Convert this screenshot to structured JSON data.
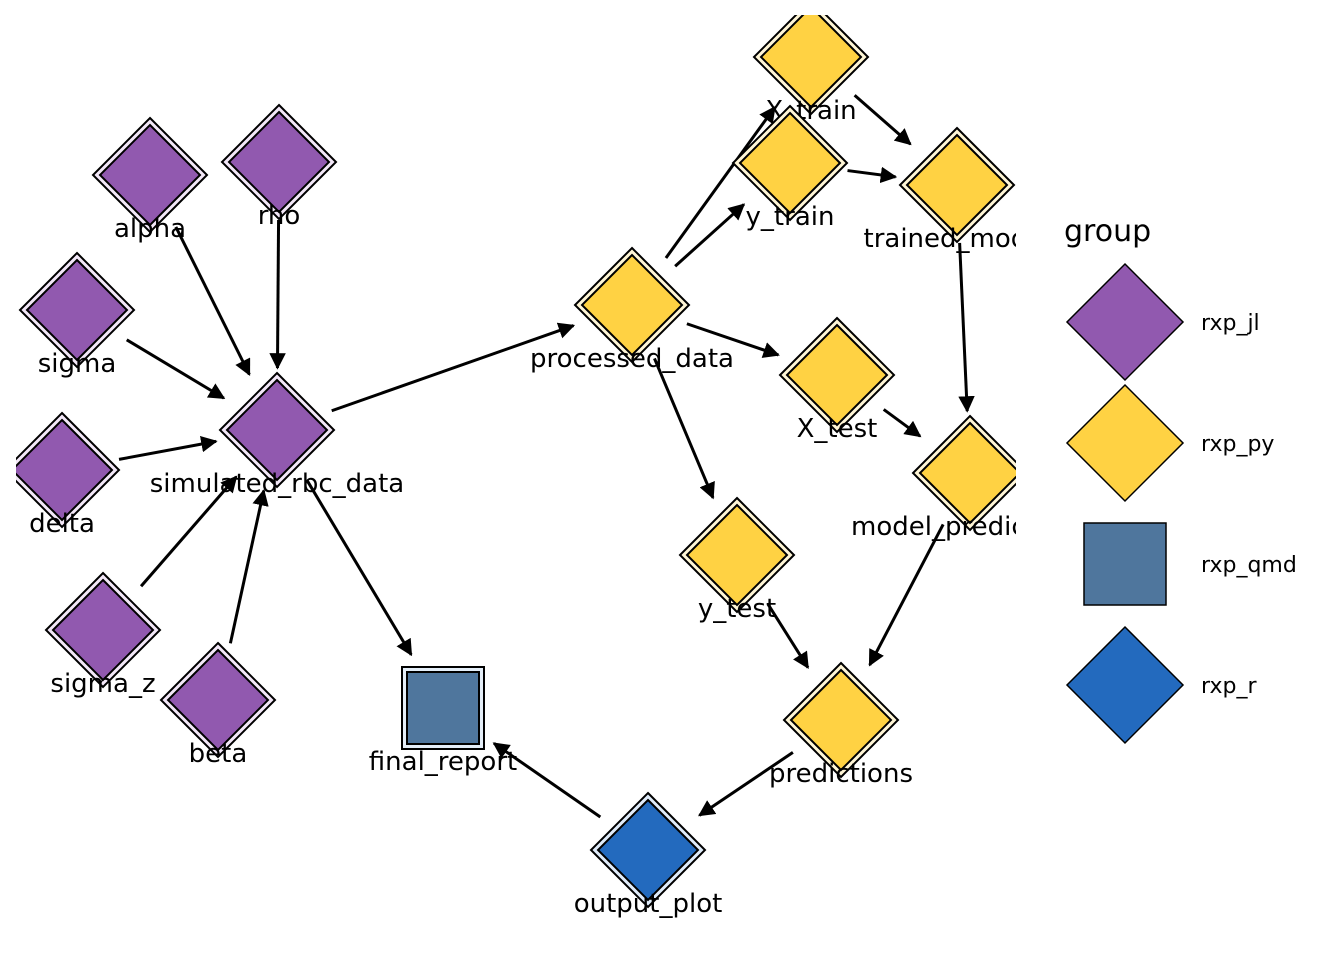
{
  "diagram": {
    "type": "directed-graph",
    "groups": {
      "rxp_jl": {
        "fill": "#9159AF",
        "gap": "#F3E8F8",
        "shape": "diamond"
      },
      "rxp_py": {
        "fill": "#FFD243",
        "gap": "#FFF6D6",
        "shape": "diamond"
      },
      "rxp_qmd": {
        "fill": "#4F769D",
        "gap": "#E4EEF8",
        "shape": "square"
      },
      "rxp_r": {
        "fill": "#236ABE",
        "gap": "#E0ECFA",
        "shape": "diamond"
      }
    },
    "nodes": [
      {
        "id": "X_train",
        "label": "X_train",
        "group": "rxp_py"
      },
      {
        "id": "y_train",
        "label": "y_train",
        "group": "rxp_py"
      },
      {
        "id": "trained_model",
        "label": "trained_model",
        "group": "rxp_py"
      },
      {
        "id": "processed_data",
        "label": "processed_data",
        "group": "rxp_py"
      },
      {
        "id": "X_test",
        "label": "X_test",
        "group": "rxp_py"
      },
      {
        "id": "model_predictions",
        "label": "model_predictions",
        "group": "rxp_py"
      },
      {
        "id": "y_test",
        "label": "y_test",
        "group": "rxp_py"
      },
      {
        "id": "predictions",
        "label": "predictions",
        "group": "rxp_py"
      },
      {
        "id": "output_plot",
        "label": "output_plot",
        "group": "rxp_r"
      },
      {
        "id": "final_report",
        "label": "final_report",
        "group": "rxp_qmd"
      },
      {
        "id": "simulated_rbc_data",
        "label": "simulated_rbc_data",
        "group": "rxp_jl"
      },
      {
        "id": "alpha",
        "label": "alpha",
        "group": "rxp_jl"
      },
      {
        "id": "rho",
        "label": "rho",
        "group": "rxp_jl"
      },
      {
        "id": "sigma",
        "label": "sigma",
        "group": "rxp_jl"
      },
      {
        "id": "delta",
        "label": "delta",
        "group": "rxp_jl"
      },
      {
        "id": "sigma_z",
        "label": "sigma_z",
        "group": "rxp_jl"
      },
      {
        "id": "beta",
        "label": "beta",
        "group": "rxp_jl"
      }
    ],
    "edges": [
      {
        "from": "alpha",
        "to": "simulated_rbc_data"
      },
      {
        "from": "rho",
        "to": "simulated_rbc_data"
      },
      {
        "from": "sigma",
        "to": "simulated_rbc_data"
      },
      {
        "from": "delta",
        "to": "simulated_rbc_data"
      },
      {
        "from": "sigma_z",
        "to": "simulated_rbc_data"
      },
      {
        "from": "beta",
        "to": "simulated_rbc_data"
      },
      {
        "from": "simulated_rbc_data",
        "to": "processed_data"
      },
      {
        "from": "simulated_rbc_data",
        "to": "final_report"
      },
      {
        "from": "processed_data",
        "to": "X_train"
      },
      {
        "from": "processed_data",
        "to": "y_train"
      },
      {
        "from": "processed_data",
        "to": "X_test"
      },
      {
        "from": "processed_data",
        "to": "y_test"
      },
      {
        "from": "X_train",
        "to": "trained_model"
      },
      {
        "from": "y_train",
        "to": "trained_model"
      },
      {
        "from": "trained_model",
        "to": "model_predictions"
      },
      {
        "from": "X_test",
        "to": "model_predictions"
      },
      {
        "from": "model_predictions",
        "to": "predictions"
      },
      {
        "from": "y_test",
        "to": "predictions"
      },
      {
        "from": "predictions",
        "to": "output_plot"
      },
      {
        "from": "output_plot",
        "to": "final_report"
      }
    ]
  },
  "legend": {
    "title": "group",
    "items": [
      {
        "group": "rxp_jl",
        "label": "rxp_jl"
      },
      {
        "group": "rxp_py",
        "label": "rxp_py"
      },
      {
        "group": "rxp_qmd",
        "label": "rxp_qmd"
      },
      {
        "group": "rxp_r",
        "label": "rxp_r"
      }
    ]
  }
}
